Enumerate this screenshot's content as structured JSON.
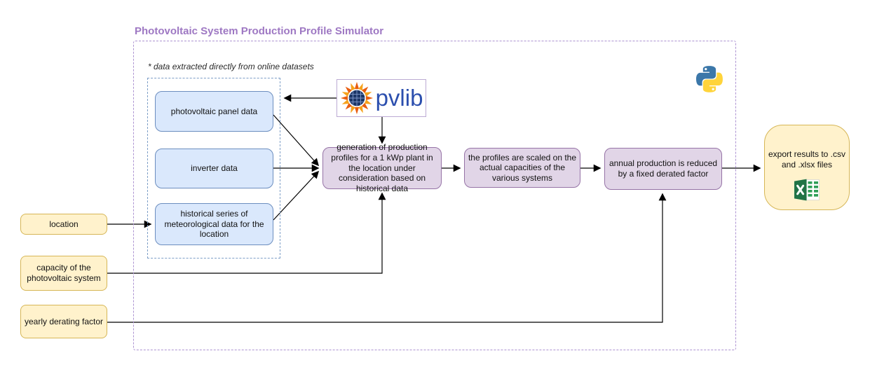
{
  "diagram": {
    "title": "Photovoltaic System Production Profile Simulator",
    "note": "* data extracted directly from online datasets",
    "inputs": [
      {
        "label": "location"
      },
      {
        "label": "capacity of the photovoltaic system"
      },
      {
        "label": "yearly derating factor"
      }
    ],
    "data_sources": [
      {
        "label": "photovoltaic panel data"
      },
      {
        "label": "inverter data"
      },
      {
        "label": "historical series of meteorological data for the location"
      }
    ],
    "process_steps": [
      {
        "label": "generation of production profiles for a 1 kWp plant in the location under consideration based on historical data"
      },
      {
        "label": "the profiles are scaled on the actual capacities of the various systems"
      },
      {
        "label": "annual production is reduced by a fixed derated factor"
      }
    ],
    "output": {
      "label": "export results to .csv and .xlsx files"
    },
    "logos": {
      "pvlib_wordmark": "pvlib",
      "pvlib_sun_icon": "pvlib-sun-logo",
      "python_icon": "python-logo",
      "excel_icon": "excel-logo"
    },
    "colors": {
      "title_purple": "#9e78c3",
      "container_dashed_purple": "#ad93d2",
      "sources_dashed_blue": "#7d9ec7",
      "source_fill": "#dae8fc",
      "source_border": "#6c8ebf",
      "process_fill": "#e1d5e7",
      "process_border": "#9673a6",
      "io_fill": "#fff2cc",
      "io_border": "#d6b656",
      "arrow_black": "#000000",
      "pvlib_blue": "#2c4fae",
      "excel_green": "#217346",
      "python_blue": "#3b77a9",
      "python_yellow": "#ffd43b"
    }
  }
}
